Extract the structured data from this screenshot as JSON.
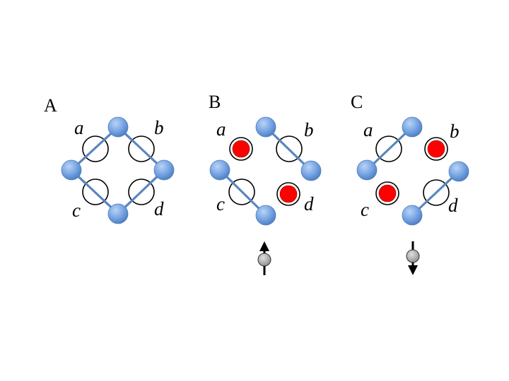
{
  "panels": [
    {
      "label": "A",
      "sites": {
        "a": "a",
        "b": "b",
        "c": "c",
        "d": "d"
      }
    },
    {
      "label": "B",
      "sites": {
        "a": "a",
        "b": "b",
        "c": "c",
        "d": "d"
      },
      "spin": "up"
    },
    {
      "label": "C",
      "sites": {
        "a": "a",
        "b": "b",
        "c": "c",
        "d": "d"
      },
      "spin": "down"
    }
  ],
  "colors": {
    "atom": "#6f9ee0",
    "bond": "#5b86bd",
    "occupied": "#ff0000"
  }
}
